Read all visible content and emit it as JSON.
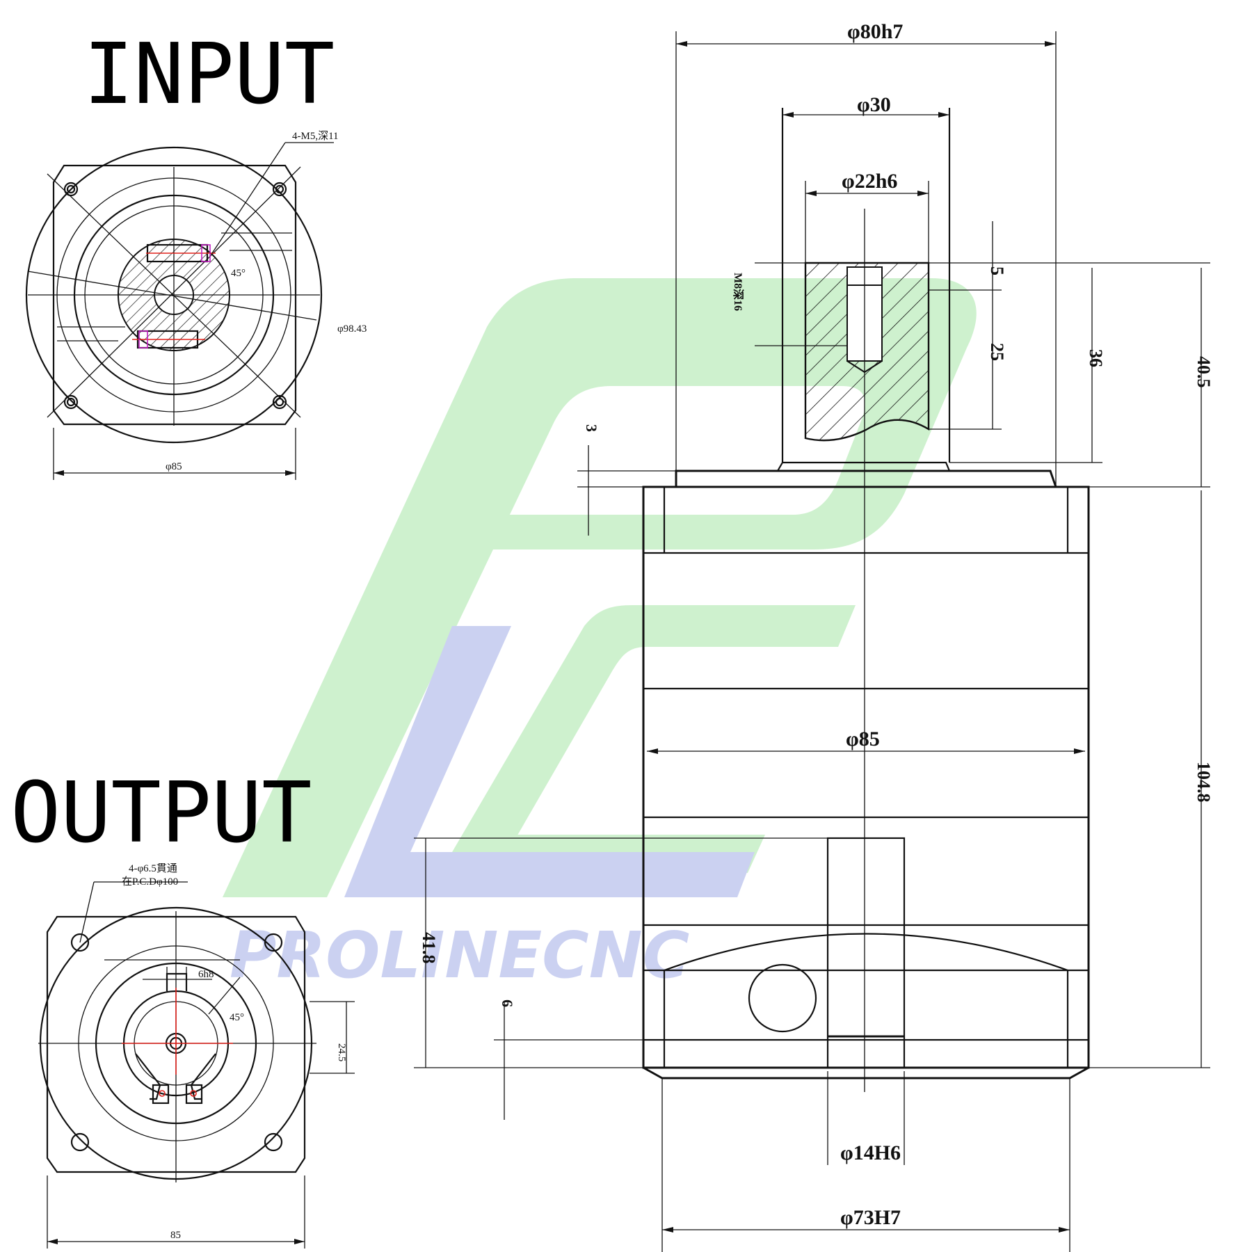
{
  "input_view": {
    "title": "INPUT",
    "bolt_callout": "4-M5,深11",
    "angle": "45°",
    "pcd": "φ98.43",
    "width": "φ85"
  },
  "output_view": {
    "title": "OUTPUT",
    "hole_callout_1": "4-φ6.5貫通",
    "hole_callout_2": "在P.C.Dφ100",
    "keyway": "6h8",
    "angle": "45°",
    "key_height": "24.5",
    "width": "85"
  },
  "side_view": {
    "d_pilot": "φ80h7",
    "d_shoulder": "φ30",
    "d_shaft": "φ22h6",
    "thread": "M8深16",
    "len_5": "5",
    "len_25": "25",
    "len_36": "36",
    "len_40_5": "40.5",
    "len_3": "3",
    "d_body": "φ85",
    "len_104_8": "104.8",
    "len_41_8": "41.8",
    "len_6": "6",
    "d_bore": "φ14H6",
    "d_spigot": "φ73H7"
  },
  "watermark": {
    "text": "PROLINECNC",
    "green": "#c6efc6",
    "blue": "#c3c9ef"
  }
}
